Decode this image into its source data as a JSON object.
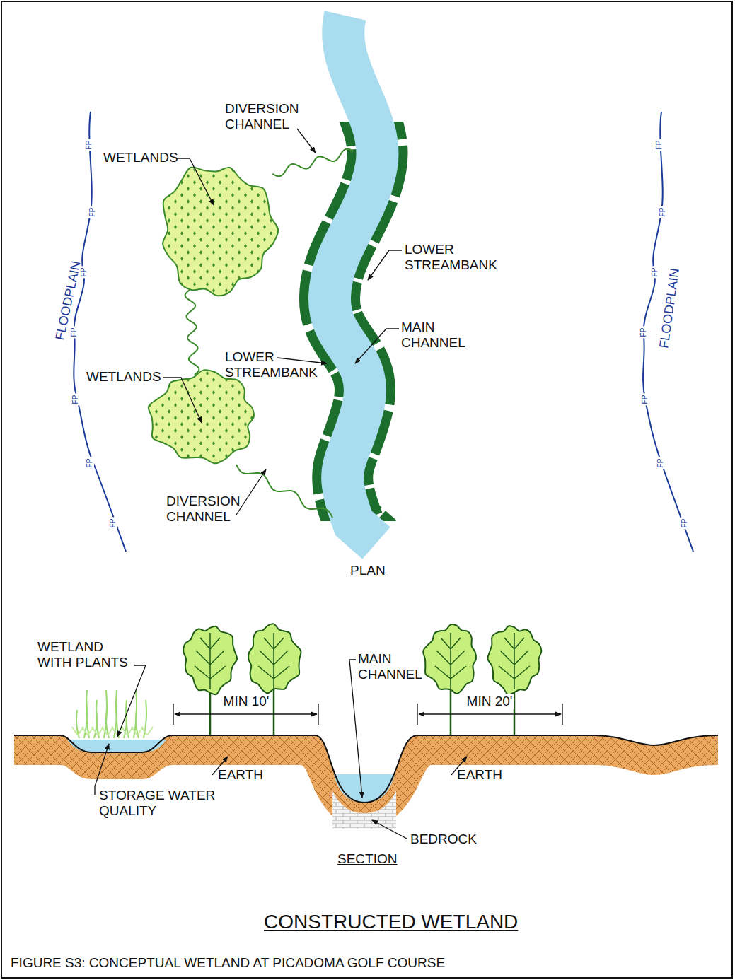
{
  "diagram": {
    "title": "CONSTRUCTED WETLAND",
    "caption": "FIGURE S3: CONCEPTUAL WETLAND AT PICADOMA GOLF COURSE",
    "labels": [
      "DIVERSION CHANNEL",
      "WETLANDS",
      "LOWER STREAMBANK",
      "MAIN CHANNEL",
      "LOWER STREAMBANK",
      "WETLANDS",
      "DIVERSION CHANNEL",
      "FLOODPLAIN",
      "FLOODPLAIN",
      "FP",
      "FP",
      "FP",
      "FP",
      "FP",
      "FP",
      "FP",
      "FP",
      "FP",
      "FP",
      "FP",
      "FP",
      "FP",
      "FP",
      "PLAN",
      "WETLAND WITH PLANTS",
      "MIN 10'",
      "MIN 20'",
      "MAIN CHANNEL",
      "EARTH",
      "EARTH",
      "STORAGE WATER QUALITY",
      "BEDROCK",
      "SECTION"
    ]
  }
}
